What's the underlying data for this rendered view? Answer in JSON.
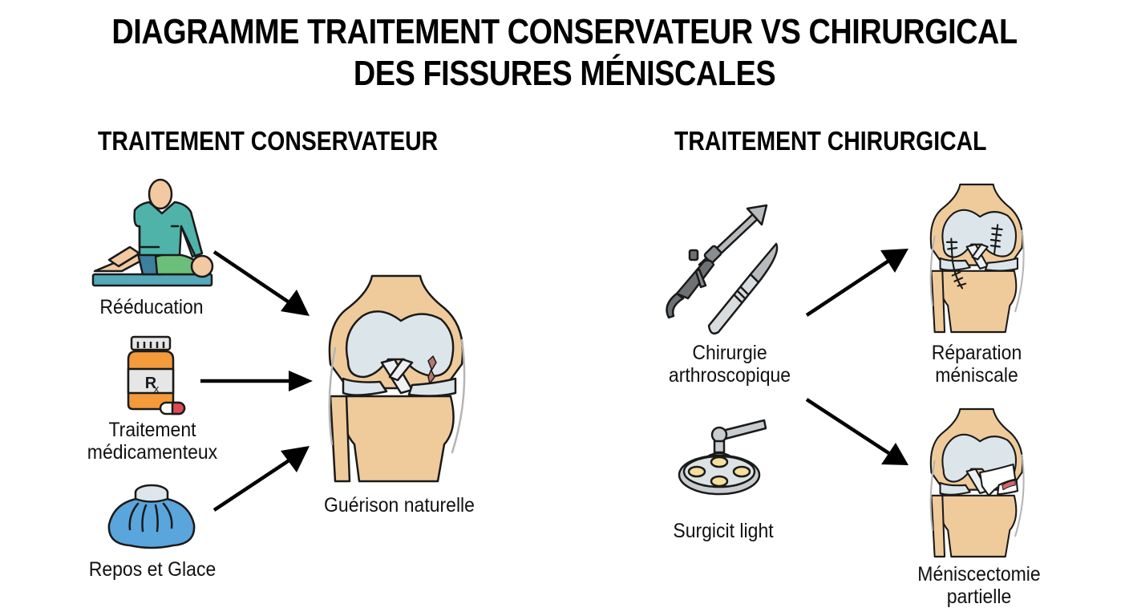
{
  "title": {
    "line1": "DIAGRAMME TRAITEMENT CONSERVATEUR VS CHIRURGICAL",
    "line2": "DES FISSURES MÉNISCALES"
  },
  "conservative": {
    "heading": "TRAITEMENT CONSERVATEUR",
    "items": [
      {
        "label": "Rééducation",
        "icon": "physiotherapy-icon"
      },
      {
        "label_line1": "Traitement",
        "label_line2": "médicamenteux",
        "icon": "prescription-bottle-icon"
      },
      {
        "label": "Repos et Glace",
        "icon": "ice-pack-icon"
      }
    ],
    "outcome": {
      "label": "Guérison naturelle",
      "icon": "torn-meniscus-knee-icon"
    }
  },
  "surgical": {
    "heading": "TRAITEMENT CHIRURGICAL",
    "items": [
      {
        "label_line1": "Chirurgie",
        "label_line2": "arthroscopique",
        "icon": "arthroscope-scalpel-icon"
      },
      {
        "label": "Surgicit light",
        "icon": "surgical-light-icon"
      }
    ],
    "outcomes": [
      {
        "label_line1": "Réparation",
        "label_line2": "méniscale",
        "icon": "sutured-knee-icon"
      },
      {
        "label_line1": "Méniscectomie",
        "label_line2": "partielle",
        "icon": "trimmed-meniscus-knee-icon"
      }
    ]
  },
  "colors": {
    "text": "#111111",
    "skin": "#F2C9A0",
    "bone": "#EFCB9B",
    "cartilage": "#DCE6EA",
    "scrubs": "#4FB3A9",
    "pill_orange": "#F39A3A",
    "ice_blue": "#5AA5DC",
    "instrument_gray": "#8A8D8F",
    "lamp_yellow": "#F6DE9C",
    "tear_red": "#B5776C"
  }
}
